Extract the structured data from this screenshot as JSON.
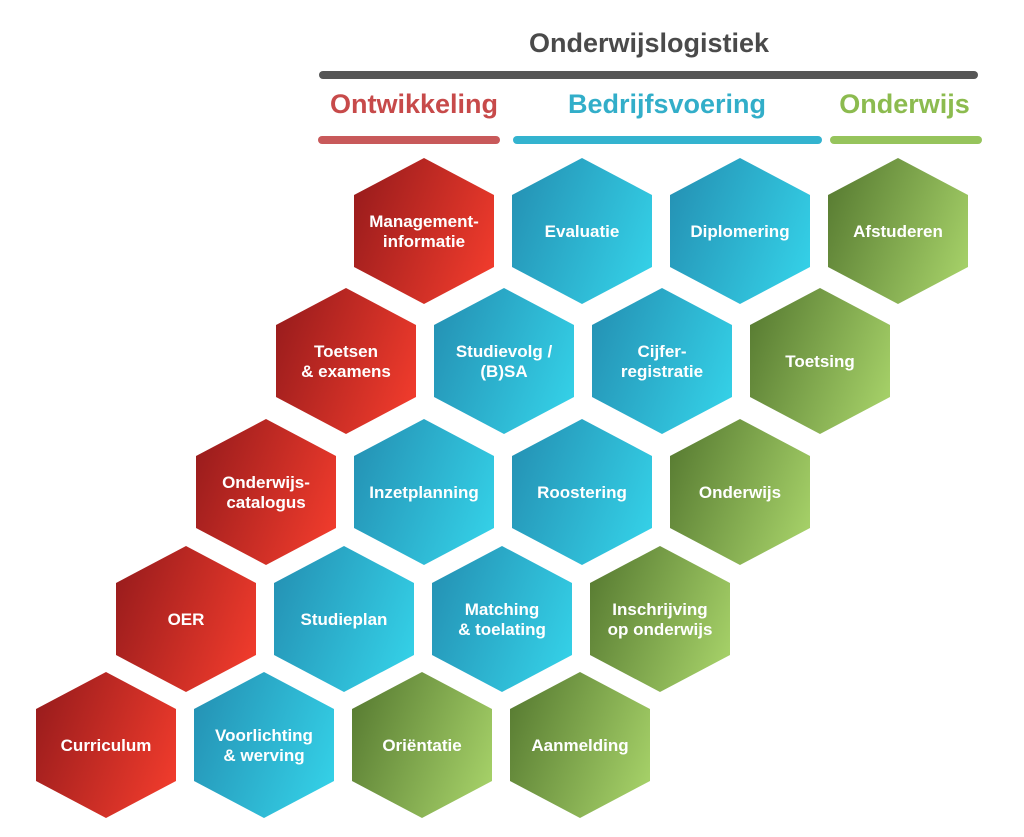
{
  "title": "Onderwijslogistiek",
  "categories": [
    {
      "key": "ont",
      "label": "Ontwikkeling"
    },
    {
      "key": "bed",
      "label": "Bedrijfsvoering"
    },
    {
      "key": "ond",
      "label": "Onderwijs"
    }
  ],
  "colors": {
    "title_text": "#4a4a4a",
    "title_line": "#565656",
    "ont_text": "#c74a4a",
    "ont_bar": "#c8595a",
    "bed_text": "#32aec9",
    "bed_bar": "#33b3cf",
    "ond_text": "#8cbb4f",
    "ond_bar": "#96c45c",
    "ont_grad": [
      "#9c1d1d",
      "#ef3b2c"
    ],
    "bed_grad": [
      "#2594b6",
      "#34cfe6"
    ],
    "ond_grad": [
      "#5b7f34",
      "#a4cf67"
    ]
  },
  "hexes": [
    {
      "lines": [
        "Management-",
        "informatie"
      ],
      "cat": "ont"
    },
    {
      "lines": [
        "Evaluatie"
      ],
      "cat": "bed"
    },
    {
      "lines": [
        "Diplomering"
      ],
      "cat": "bed"
    },
    {
      "lines": [
        "Afstuderen"
      ],
      "cat": "ond"
    },
    {
      "lines": [
        "Toetsen",
        "& examens"
      ],
      "cat": "ont"
    },
    {
      "lines": [
        "Studievolg /",
        "(B)SA"
      ],
      "cat": "bed"
    },
    {
      "lines": [
        "Cijfer-",
        "registratie"
      ],
      "cat": "bed"
    },
    {
      "lines": [
        "Toetsing"
      ],
      "cat": "ond"
    },
    {
      "lines": [
        "Onderwijs-",
        "catalogus"
      ],
      "cat": "ont"
    },
    {
      "lines": [
        "Inzetplanning"
      ],
      "cat": "bed"
    },
    {
      "lines": [
        "Roostering"
      ],
      "cat": "bed"
    },
    {
      "lines": [
        "Onderwijs"
      ],
      "cat": "ond"
    },
    {
      "lines": [
        "OER"
      ],
      "cat": "ont"
    },
    {
      "lines": [
        "Studieplan"
      ],
      "cat": "bed"
    },
    {
      "lines": [
        "Matching",
        "& toelating"
      ],
      "cat": "bed"
    },
    {
      "lines": [
        "Inschrijving",
        "op onderwijs"
      ],
      "cat": "ond"
    },
    {
      "lines": [
        "Curriculum"
      ],
      "cat": "ont"
    },
    {
      "lines": [
        "Voorlichting",
        "& werving"
      ],
      "cat": "bed"
    },
    {
      "lines": [
        "Oriëntatie"
      ],
      "cat": "ond"
    },
    {
      "lines": [
        "Aanmelding"
      ],
      "cat": "ond"
    }
  ]
}
